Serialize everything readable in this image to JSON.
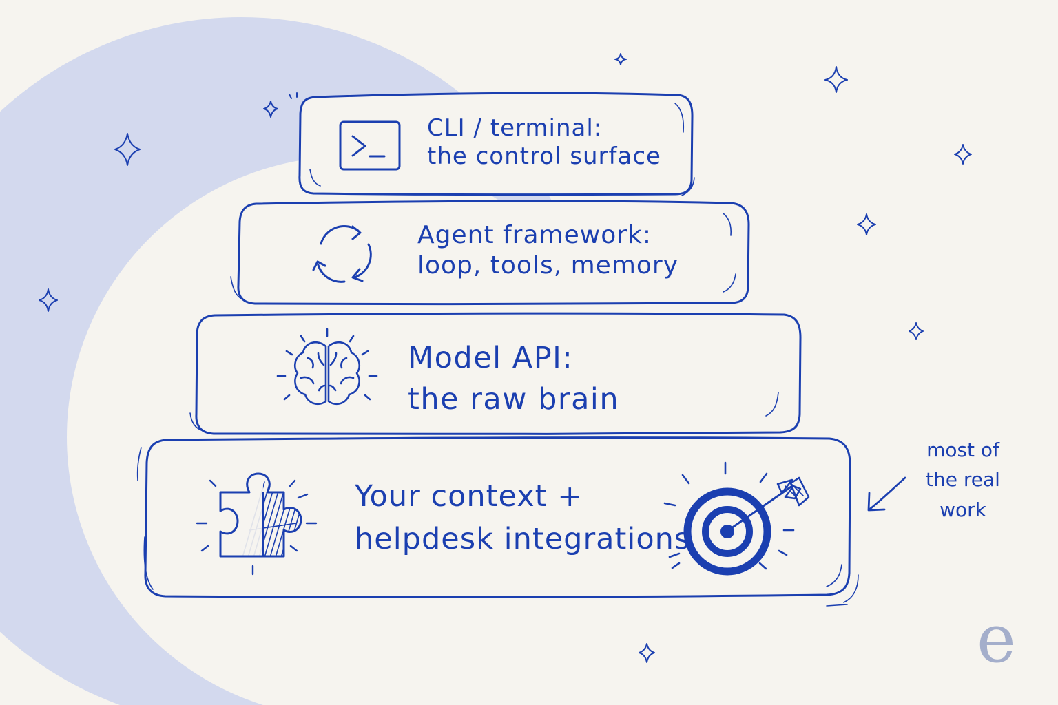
{
  "colors": {
    "background": "#f6f4ef",
    "moon": "#d3d9ee",
    "ink": "#1b3fb0",
    "brand_mark": "#a4aecb"
  },
  "layers": [
    {
      "id": "cli",
      "icon": "terminal-icon",
      "lines": [
        "CLI / terminal:",
        "the control surface"
      ]
    },
    {
      "id": "agent",
      "icon": "refresh-cycle-icon",
      "lines": [
        "Agent framework:",
        "loop, tools, memory"
      ]
    },
    {
      "id": "model",
      "icon": "brain-icon",
      "lines": [
        "Model API:",
        "the raw brain"
      ]
    },
    {
      "id": "context",
      "icon": "puzzle-piece-icon",
      "lines": [
        "Your context +",
        "helpdesk integrations"
      ],
      "extra_icon": "target-with-arrow-icon"
    }
  ],
  "side_note": {
    "lines": [
      "most of",
      "the real",
      "work"
    ],
    "icon": "arrow-left-icon"
  },
  "brand_mark": "e",
  "decorations": [
    "sparkle-icon"
  ]
}
